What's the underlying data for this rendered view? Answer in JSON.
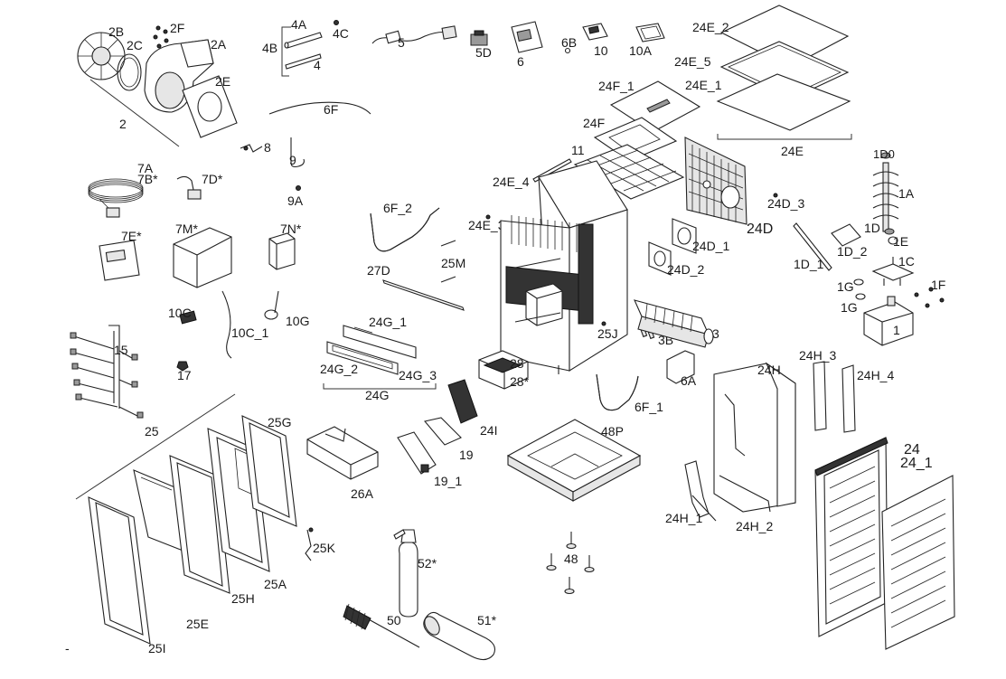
{
  "labels": {
    "l_2B": "2B",
    "l_2F": "2F",
    "l_2C": "2C",
    "l_2A": "2A",
    "l_2E": "2E",
    "l_2": "2",
    "l_4A": "4A",
    "l_4C": "4C",
    "l_4B": "4B",
    "l_4": "4",
    "l_5": "5",
    "l_5D": "5D",
    "l_6": "6",
    "l_6B": "6B",
    "l_10": "10",
    "l_10A": "10A",
    "l_24E_2": "24E_2",
    "l_24E_5": "24E_5",
    "l_24E_1": "24E_1",
    "l_24E": "24E",
    "l_24F_1": "24F_1",
    "l_24F": "24F",
    "l_11": "11",
    "l_6F": "6F",
    "l_8": "8",
    "l_9": "9",
    "l_7A": "7A",
    "l_7B": "7B*",
    "l_7D": "7D*",
    "l_9A": "9A",
    "l_24E_4": "24E_4",
    "l_24E_3": "24E_3",
    "l_6F_2": "6F_2",
    "l_7M": "7M*",
    "l_7N": "7N*",
    "l_7E": "7E*",
    "l_25M": "25M",
    "l_27D": "27D",
    "l_24D_3": "24D_3",
    "l_24D": "24D",
    "l_24D_1": "24D_1",
    "l_24D_2": "24D_2",
    "l_1D0": "1D0",
    "l_1A": "1A",
    "l_1D": "1D",
    "l_1E": "1E",
    "l_1D_2": "1D_2",
    "l_1D_1": "1D_1",
    "l_1C": "1C",
    "l_1F": "1F",
    "l_1G_a": "1G",
    "l_1G_b": "1G",
    "l_1": "1",
    "l_10C": "10C",
    "l_10C_1": "10C_1",
    "l_10G": "10G",
    "l_24G_1": "24G_1",
    "l_24G_2": "24G_2",
    "l_24G_3": "24G_3",
    "l_24G": "24G",
    "l_25J": "25J",
    "l_3B": "3B",
    "l_3": "3",
    "l_15": "15",
    "l_17": "17",
    "l_28": "28",
    "l_28s": "28*",
    "l_6A": "6A",
    "l_24H": "24H",
    "l_24H_3": "24H_3",
    "l_24H_4": "24H_4",
    "l_6F_1": "6F_1",
    "l_24I": "24I",
    "l_25": "25",
    "l_25G": "25G",
    "l_48P": "48P",
    "l_19": "19",
    "l_19_1": "19_1",
    "l_26A": "26A",
    "l_24": "24",
    "l_24_1": "24_1",
    "l_24H_1": "24H_1",
    "l_24H_2": "24H_2",
    "l_25K": "25K",
    "l_25A": "25A",
    "l_25H": "25H",
    "l_25E": "25E",
    "l_25I": "25I",
    "l_52": "52*",
    "l_48": "48",
    "l_50": "50",
    "l_51": "51*",
    "l_dash": "-"
  }
}
